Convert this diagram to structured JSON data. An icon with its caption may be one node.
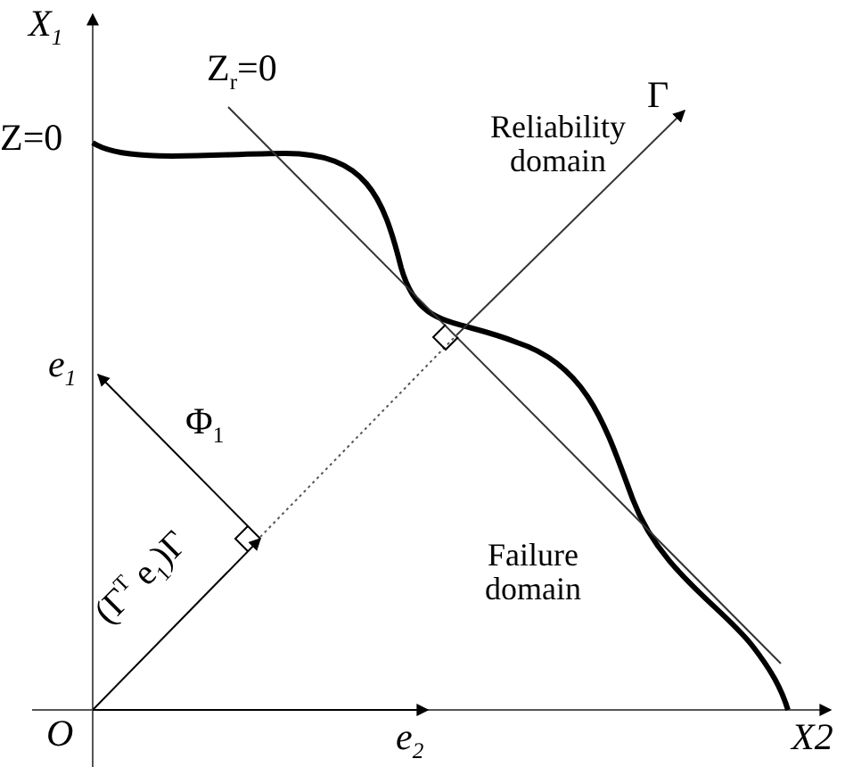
{
  "diagram": {
    "labels": [
      "X$_{1}$",
      "Z$_{r}$=0",
      "Z=0",
      "Reliability domain",
      "Γ",
      "e$_{1}$",
      "Φ$_{1}$",
      "(Γ$^{T}$ e$_{1}$)Γ",
      "Failure domain",
      "O",
      "e$_{2}$",
      "X2"
    ]
  }
}
